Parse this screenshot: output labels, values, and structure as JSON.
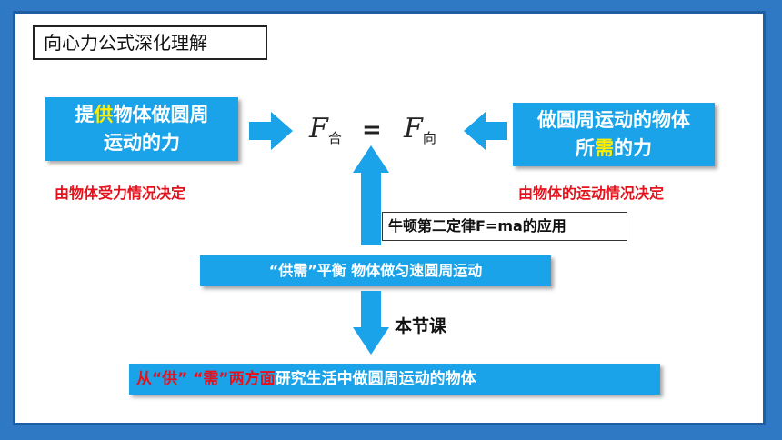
{
  "title": "向心力公式深化理解",
  "supply_box": {
    "pre": "提",
    "highlight": "供",
    "post": "物体做圆周",
    "line2": "运动的力"
  },
  "supply_note": "由物体受力情况决定",
  "demand_box": {
    "line1": "做圆周运动的物体",
    "pre": "所",
    "highlight": "需",
    "post": "的力"
  },
  "demand_note": "由物体的运动情况决定",
  "formula": {
    "left_symbol": "F",
    "left_sub": "合",
    "equals": "=",
    "right_symbol": "F",
    "right_sub": "向"
  },
  "newton_label": "牛顿第二定律F=ma的应用",
  "balance_label": "“供需”平衡 物体做匀速圆周运动",
  "lesson_label": "本节课",
  "bottom": {
    "red_part": "从“供” “需”两方面",
    "rest": "研究生活中做圆周运动的物体"
  },
  "colors": {
    "accent_blue": "#1aa3e8",
    "highlight_yellow": "#ffee00",
    "note_red": "#e6111b",
    "frame_blue": "#2f78c4"
  }
}
